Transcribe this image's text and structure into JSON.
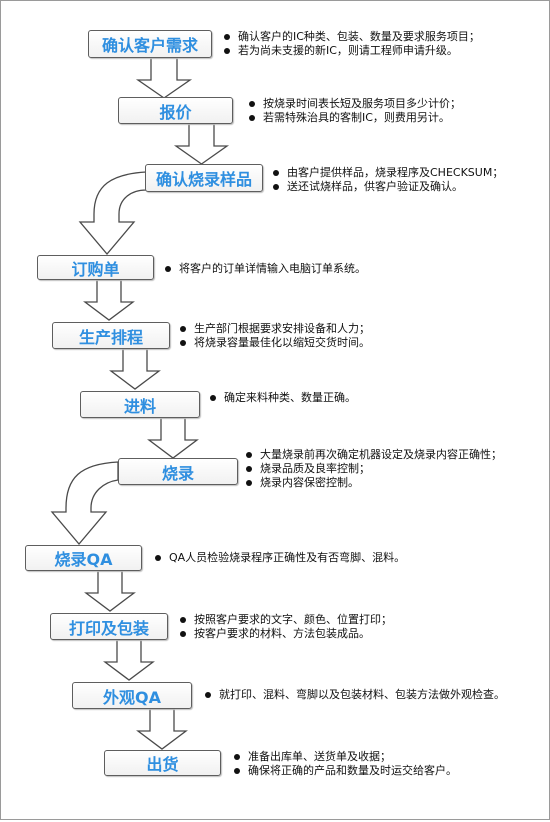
{
  "steps": [
    {
      "label": "确认客户需求",
      "notes": [
        "确认客户的IC种类、包装、数量及要求服务项目；",
        "若为尚未支援的新IC，则请工程师申请升级。"
      ]
    },
    {
      "label": "报价",
      "notes": [
        "按烧录时间表长短及服务项目多少计价；",
        "若需特殊治具的客制IC，则费用另计。"
      ]
    },
    {
      "label": "确认烧录样品",
      "notes": [
        "由客户提供样品，烧录程序及CHECKSUM；",
        "送还试烧样品，供客户验证及确认。"
      ]
    },
    {
      "label": "订购单",
      "notes": [
        "将客户的订单详情输入电脑订单系统。"
      ]
    },
    {
      "label": "生产排程",
      "notes": [
        "生产部门根据要求安排设备和人力；",
        "将烧录容量最佳化以缩短交货时间。"
      ]
    },
    {
      "label": "进料",
      "notes": [
        "确定来料种类、数量正确。"
      ]
    },
    {
      "label": "烧录",
      "notes": [
        "大量烧录前再次确定机器设定及烧录内容正确性；",
        "烧录品质及良率控制；",
        "烧录内容保密控制。"
      ]
    },
    {
      "label": "烧录QA",
      "notes": [
        "QA人员检验烧录程序正确性及有否弯脚、混料。"
      ]
    },
    {
      "label": "打印及包装",
      "notes": [
        "按照客户要求的文字、颜色、位置打印；",
        "按客户要求的材料、方法包装成品。"
      ]
    },
    {
      "label": "外观QA",
      "notes": [
        "就打印、混料、弯脚以及包装材料、包装方法做外观检查。"
      ]
    },
    {
      "label": "出货",
      "notes": [
        "准备出库单、送货单及收据；",
        "确保将正确的产品和数量及时运交给客户。"
      ]
    }
  ],
  "colors": {
    "step_text": "#2f8fe0",
    "border": "#5e5e5e",
    "text": "#111111"
  }
}
